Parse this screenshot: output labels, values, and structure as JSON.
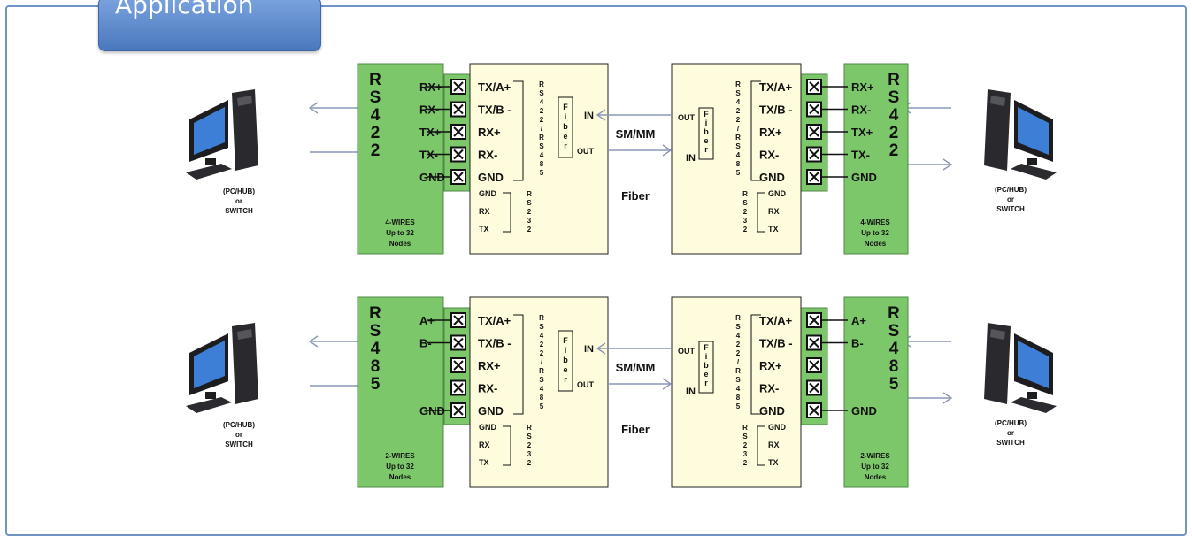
{
  "header": {
    "title": "Application"
  },
  "colors": {
    "green": "#7dc76b",
    "cream": "#fffcdd",
    "accent": "#5b86c5"
  },
  "panels": [
    {
      "standard": [
        "R",
        "S",
        "4",
        "2",
        "2"
      ],
      "left_wires": [
        "RX+",
        "RX-",
        "TX+",
        "TX-",
        "GND"
      ],
      "right_wires": [
        "RX+",
        "RX-",
        "TX+",
        "TX-",
        "GND"
      ],
      "wires_note": [
        "4-WIRES",
        "Up to 32",
        "Nodes"
      ]
    },
    {
      "standard": [
        "R",
        "S",
        "4",
        "8",
        "5"
      ],
      "left_wires": [
        "A+",
        "B-",
        "",
        "",
        "GND"
      ],
      "right_wires": [
        "A+",
        "B-",
        "",
        "",
        "GND"
      ],
      "wires_note": [
        "2-WIRES",
        "Up to 32",
        "Nodes"
      ]
    }
  ],
  "converter": {
    "terminals": [
      "TX/A+",
      "TX/B -",
      "RX+",
      "RX-",
      "GND"
    ],
    "rs232": [
      "GND",
      "RX",
      "TX"
    ],
    "rs422_485_vertical": [
      "R",
      "S",
      "4",
      "2",
      "2",
      "/",
      "R",
      "S",
      "4",
      "8",
      "5"
    ],
    "rs232_vertical": [
      "R",
      "S",
      "2",
      "3",
      "2"
    ],
    "fiber_vertical": [
      "F",
      "i",
      "b",
      "e",
      "r"
    ],
    "in_label": "IN",
    "out_label": "OUT"
  },
  "link": {
    "top_label": "SM/MM",
    "bottom_label": "Fiber"
  },
  "device_label": [
    "(PC/HUB)",
    "or",
    "SWITCH"
  ]
}
